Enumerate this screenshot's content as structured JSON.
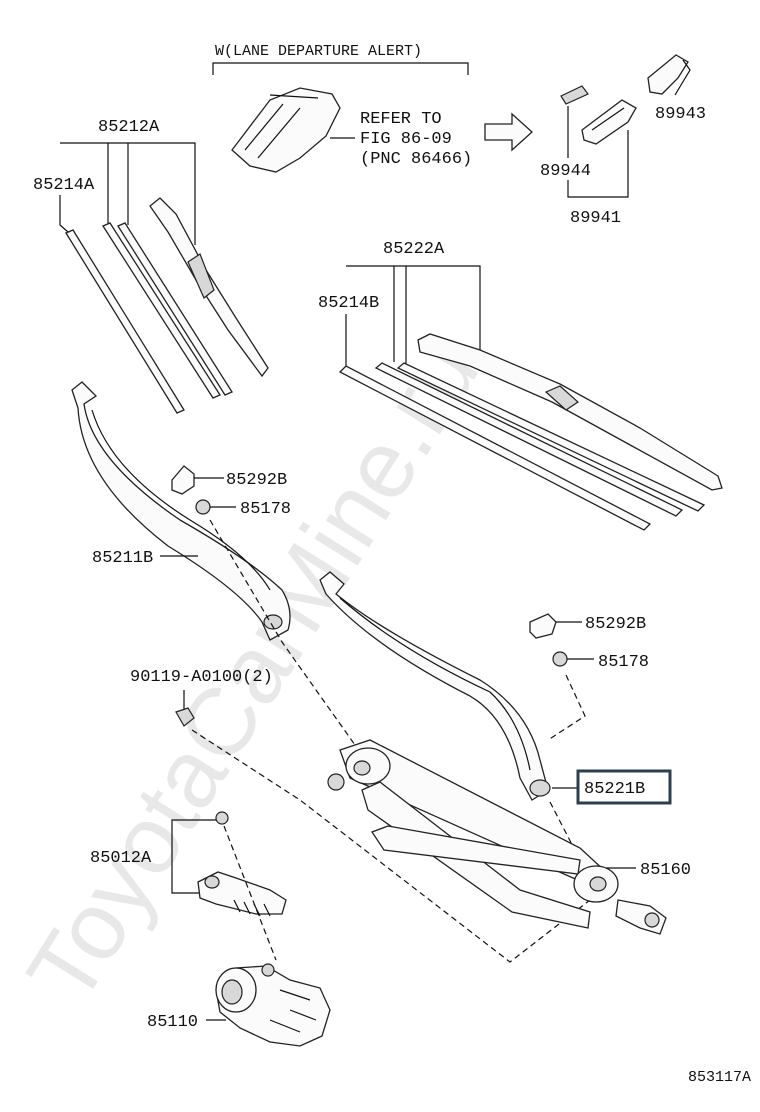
{
  "watermark": "ToyotaCarMine.ru",
  "figure_id": "853117A",
  "lane_departure": {
    "title": "W(LANE DEPARTURE ALERT)",
    "refer_line1": "REFER TO",
    "refer_line2": "FIG 86-09",
    "refer_line3": "(PNC 86466)"
  },
  "parts": {
    "p89943": "89943",
    "p89944": "89944",
    "p89941": "89941",
    "p85212A": "85212A",
    "p85214A": "85214A",
    "p85222A": "85222A",
    "p85214B": "85214B",
    "p85292B_1": "85292B",
    "p85178_1": "85178",
    "p85211B": "85211B",
    "p85292B_2": "85292B",
    "p85178_2": "85178",
    "p90119": "90119-A0100(2)",
    "p85221B": "85221B",
    "p85012A": "85012A",
    "p85160": "85160",
    "p85110": "85110"
  },
  "highlight_color": "#2a3f52"
}
